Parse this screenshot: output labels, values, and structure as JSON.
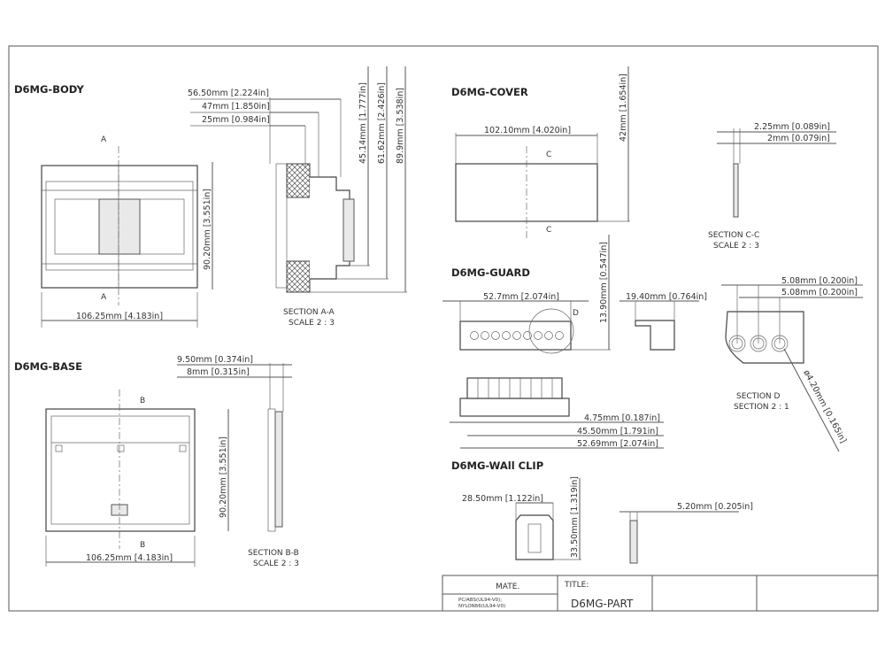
{
  "body": {
    "title": "D6MG-BODY",
    "dim_56": "56.50mm [2.224in]",
    "dim_47": "47mm [1.850in]",
    "dim_25": "25mm [0.984in]",
    "dim_45": "45.14mm [1.777in]",
    "dim_61": "61.62mm [2.426in]",
    "dim_89": "89.9mm [3.538in]",
    "dim_height": "90.20mm [3.551in]",
    "dim_width": "106.25mm [4.183in]",
    "section_mark": "A",
    "section_label": "SECTION A-A",
    "section_scale": "SCALE 2 : 3"
  },
  "cover": {
    "title": "D6MG-COVER",
    "dim_width": "102.10mm [4.020in]",
    "dim_height": "42mm [1.654in]",
    "section_mark": "C",
    "dim_225": "2.25mm [0.089in]",
    "dim_2": "2mm [0.079in]",
    "section_label": "SECTION C-C",
    "section_scale": "SCALE 2 : 3"
  },
  "guard": {
    "title": "D6MG-GUARD",
    "dim_527": "52.7mm [2.074in]",
    "dim_1390": "13.90mm [0.547in]",
    "detail_mark": "D",
    "dim_1940": "19.40mm [0.764in]",
    "dim_508a": "5.08mm [0.200in]",
    "dim_508b": "5.08mm [0.200in]",
    "dim_475": "4.75mm [0.187in]",
    "dim_4550": "45.50mm [1.791in]",
    "dim_5269": "52.69mm [2.074in]",
    "dim_dia": "ø4.20mm [0.165in]",
    "section_label": "SECTION D",
    "section_scale": "SECTION 2 : 1"
  },
  "base": {
    "title": "D6MG-BASE",
    "dim_950": "9.50mm [0.374in]",
    "dim_8": "8mm [0.315in]",
    "dim_height": "90.20mm [3.551in]",
    "dim_width": "106.25mm [4.183in]",
    "section_mark": "B",
    "section_label": "SECTION B-B",
    "section_scale": "SCALE 2 : 3"
  },
  "wallclip": {
    "title": "D6MG-WAll CLIP",
    "dim_2850": "28.50mm [1.122in]",
    "dim_3350": "33.50mm [1.319in]",
    "dim_520": "5.20mm [0.205in]"
  },
  "titleblock": {
    "mate_label": "MATE.",
    "material_1": "PC/ABS(UL94-V0);",
    "material_2": "NYLON66(UL94-V0)",
    "title_label": "TITLE:",
    "title_value": "D6MG-PART"
  }
}
